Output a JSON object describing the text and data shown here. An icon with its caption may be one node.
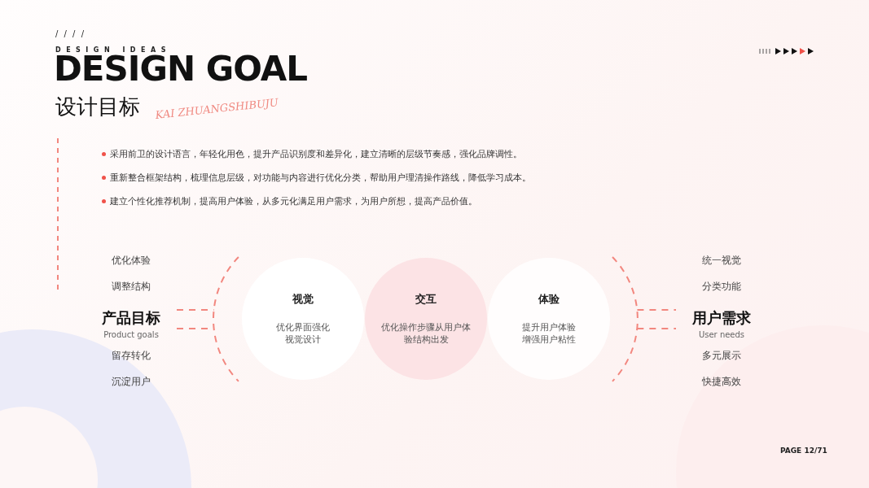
{
  "diagram": {
    "title": "DESIGN GOAL",
    "nodes": [
      {
        "text": [
          "产品目标",
          "Product goals"
        ]
      },
      {
        "text": [],
        "shape": "arc"
      },
      {
        "text": [
          "视觉",
          "优化界面强化视觉设计"
        ]
      },
      {
        "text": [
          "交互",
          "优化操作步骤从用户体验结构出发"
        ]
      },
      {
        "text": [
          "体验",
          "提升用户体验增强用户粘性"
        ]
      },
      {
        "text": [],
        "shape": "arc"
      },
      {
        "text": [
          "用户需求",
          "User needs"
        ]
      }
    ],
    "edges": [
      {
        "from": 0,
        "to": 1,
        "arrow": "none",
        "style": "dashed"
      },
      {
        "from": 0,
        "to": 1,
        "arrow": "none",
        "style": "dashed"
      },
      {
        "from": 5,
        "to": 6,
        "arrow": "none",
        "style": "dashed"
      },
      {
        "from": 5,
        "to": 6,
        "arrow": "none",
        "style": "dashed"
      }
    ],
    "labels": [
      "/ / / /",
      "DESIGN IDEAS",
      "设计目标",
      "KAI ZHUANGSHIBUJU",
      "采用前卫的设计语言，年轻化用色，提升产品识别度和差异化，建立清晰的层级节奏感，强化品牌调性。",
      "重新整合框架结构，梳理信息层级，对功能与内容进行优化分类，帮助用户理清操作路线，降低学习成本。",
      "建立个性化推荐机制，提高用户体验，从多元化满足用户需求，为用户所想，提高产品价值。",
      "优化体验",
      "统一视觉",
      "调整结构",
      "分类功能",
      "留存转化",
      "多元展示",
      "沉淀用户",
      "快捷高效",
      "PAGE 12/71"
    ]
  }
}
